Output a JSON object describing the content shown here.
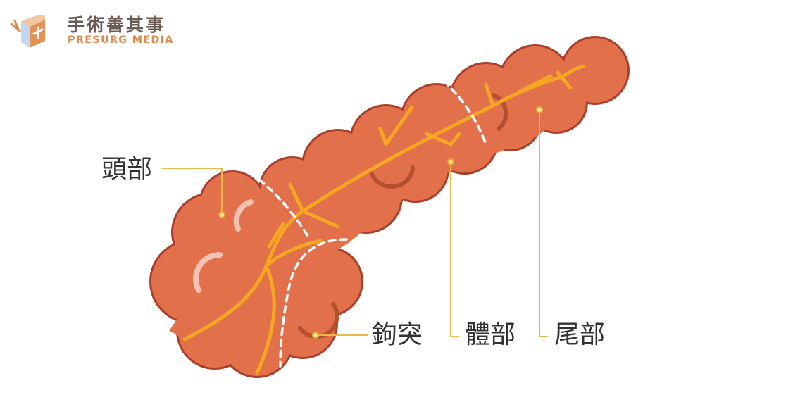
{
  "logo": {
    "name_cn": "手術善其事",
    "name_en": "PRESURG MEDIA"
  },
  "labels": {
    "head": "頭部",
    "uncinate": "鉤突",
    "body": "體部",
    "tail": "尾部"
  },
  "colors": {
    "pancreas_fill": "#e2704a",
    "pancreas_outline": "#a93f2c",
    "duct": "#f5a623",
    "leader_line": "#e8b84a",
    "label_text": "#333333",
    "logo_text": "#6b5b55",
    "logo_accent": "#e0884a"
  }
}
